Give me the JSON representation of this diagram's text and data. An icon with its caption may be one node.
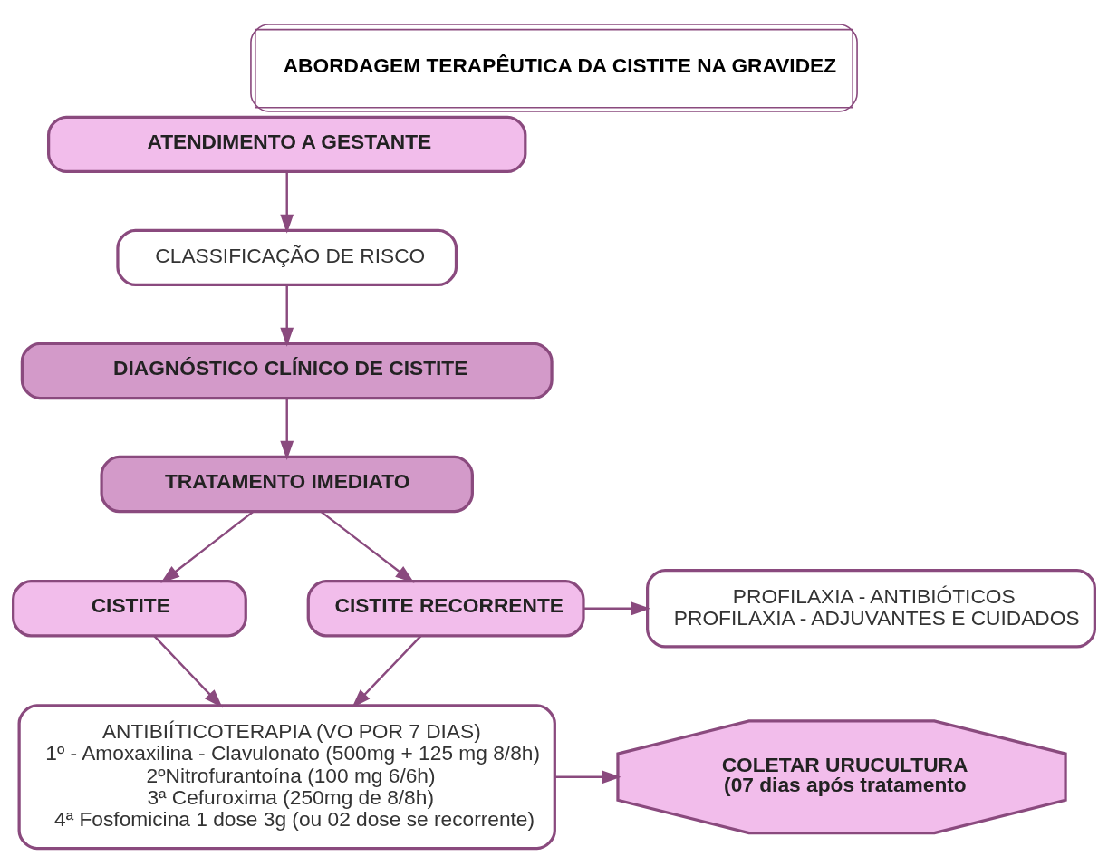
{
  "diagram": {
    "title": "ABORDAGEM TERAPÊUTICA DA CISTITE NA GRAVIDEZ",
    "nodes": [
      {
        "text": [
          "ATENDIMENTO A GESTANTE"
        ]
      },
      {
        "text": [
          "CLASSIFICAÇÃO DE RISCO"
        ]
      },
      {
        "text": [
          "DIAGNÓSTICO CLÍNICO DE CISTITE"
        ]
      },
      {
        "text": [
          "TRATAMENTO IMEDIATO"
        ]
      },
      {
        "text": [
          "CISTITE"
        ]
      },
      {
        "text": [
          "CISTITE RECORRENTE"
        ]
      },
      {
        "text": [
          "PROFILAXIA - ANTIBIÓTICOS",
          "PROFILAXIA - ADJUVANTES E CUIDADOS"
        ]
      },
      {
        "text": [
          "ANTIBIÍTICOTERAPIA (VO POR 7 DIAS)",
          "1º - Amoxaxilina - Clavulonato (500mg + 125 mg 8/8h)",
          "2ºNitrofurantoína (100 mg 6/6h)",
          "3ª Cefuroxima (250mg de 8/8h)",
          "4ª Fosfomicina 1 dose 3g (ou 02 dose se recorrente)"
        ]
      },
      {
        "text": [
          "COLETAR URUCULTURA",
          "(07 dias após tratamento"
        ]
      }
    ],
    "edges": [
      {
        "from": 0,
        "to": 1,
        "arrow": "to"
      },
      {
        "from": 1,
        "to": 2,
        "arrow": "to"
      },
      {
        "from": 2,
        "to": 3,
        "arrow": "to"
      },
      {
        "from": 3,
        "to": 4,
        "arrow": "to"
      },
      {
        "from": 3,
        "to": 5,
        "arrow": "to"
      },
      {
        "from": 5,
        "to": 6,
        "arrow": "to"
      },
      {
        "from": 4,
        "to": 7,
        "arrow": "to"
      },
      {
        "from": 5,
        "to": 7,
        "arrow": "to"
      },
      {
        "from": 7,
        "to": 8,
        "arrow": "to"
      }
    ]
  }
}
